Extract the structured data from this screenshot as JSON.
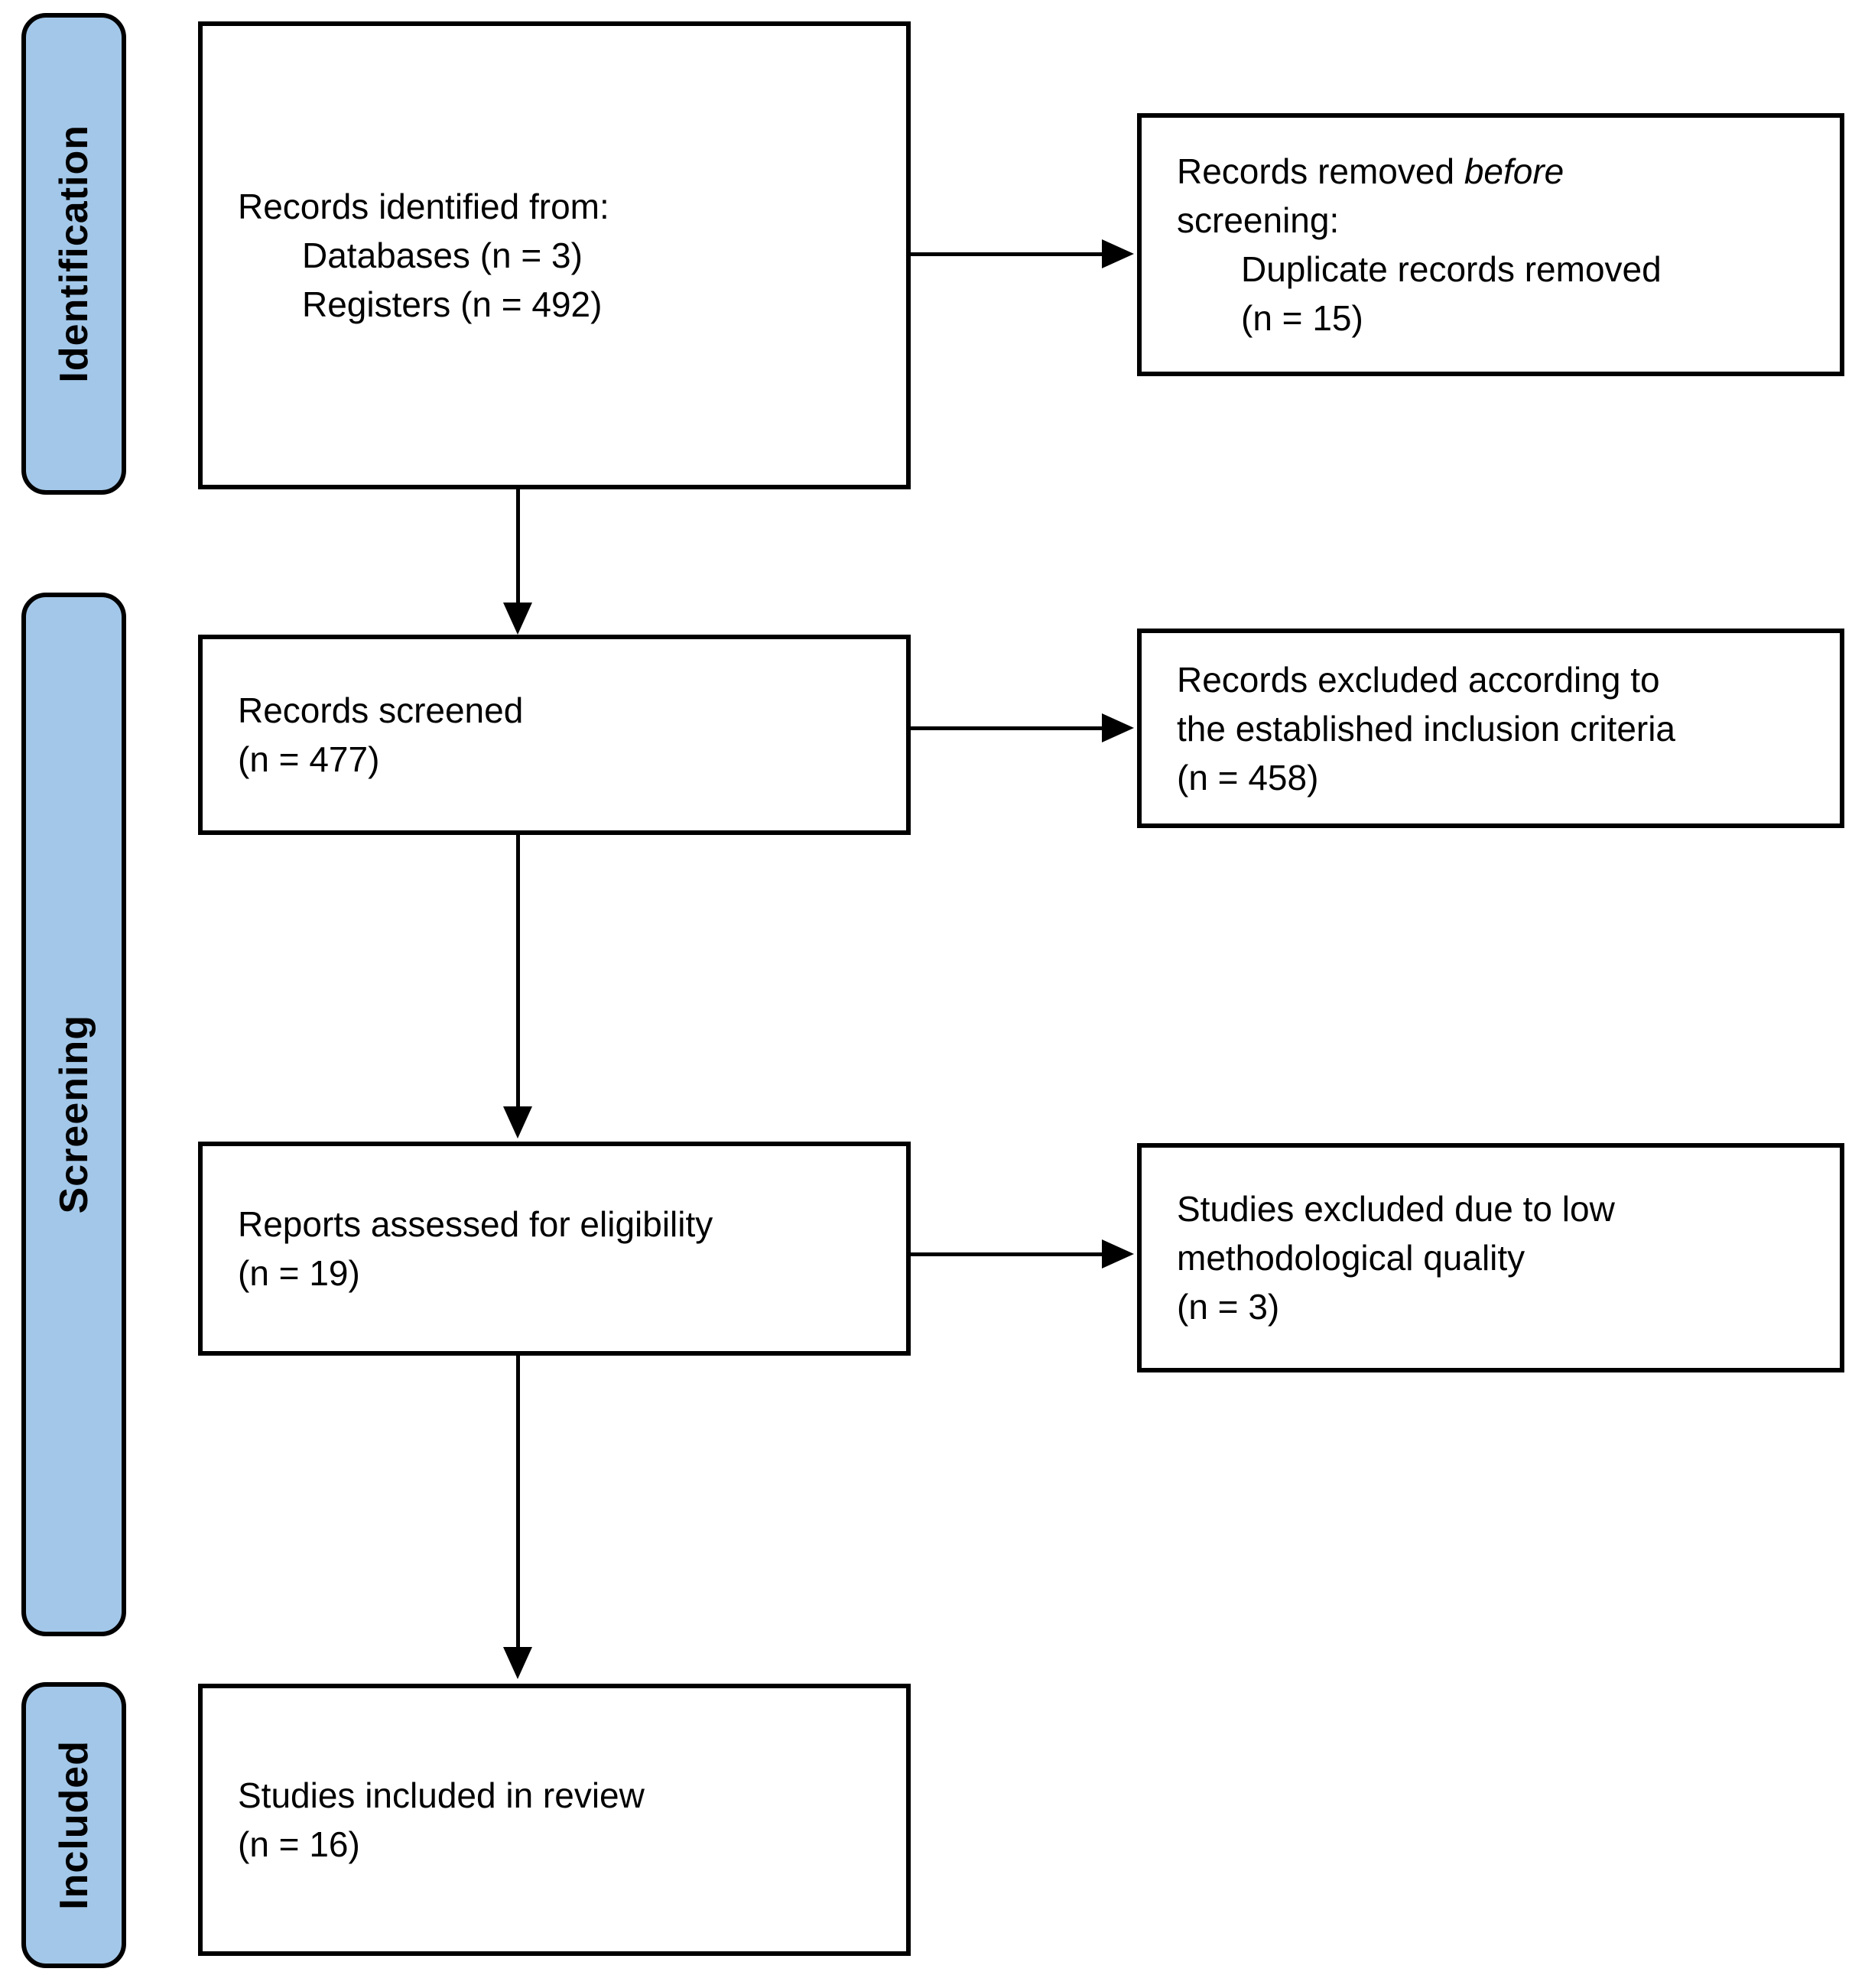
{
  "stages": [
    {
      "label": "Identification"
    },
    {
      "label": "Screening"
    },
    {
      "label": "Included"
    }
  ],
  "boxes": {
    "identified": {
      "title": "Records identified from:",
      "item1": "Databases (n = 3)",
      "item2": "Registers (n = 492)"
    },
    "removed": {
      "line1_text": "Records removed ",
      "line1_emphasis": "before",
      "line2": "screening:",
      "item1": "Duplicate records removed",
      "item2": "(n = 15)"
    },
    "screened": {
      "line1": "Records screened",
      "line2": "(n = 477)"
    },
    "excluded_criteria": {
      "line1": "Records excluded according to",
      "line2": "the established inclusion criteria",
      "line3": "(n = 458)"
    },
    "assessed": {
      "line1": "Reports assessed for eligibility",
      "line2": "(n = 19)"
    },
    "excluded_quality": {
      "line1": "Studies excluded due to low",
      "line2": "methodological quality",
      "line3": "(n = 3)"
    },
    "included": {
      "line1": "Studies included in review",
      "line2": "(n = 16)"
    }
  },
  "colors": {
    "stage_fill": "#A3C7E8",
    "outline": "#000000",
    "background": "#FFFFFF",
    "text": "#000000"
  }
}
